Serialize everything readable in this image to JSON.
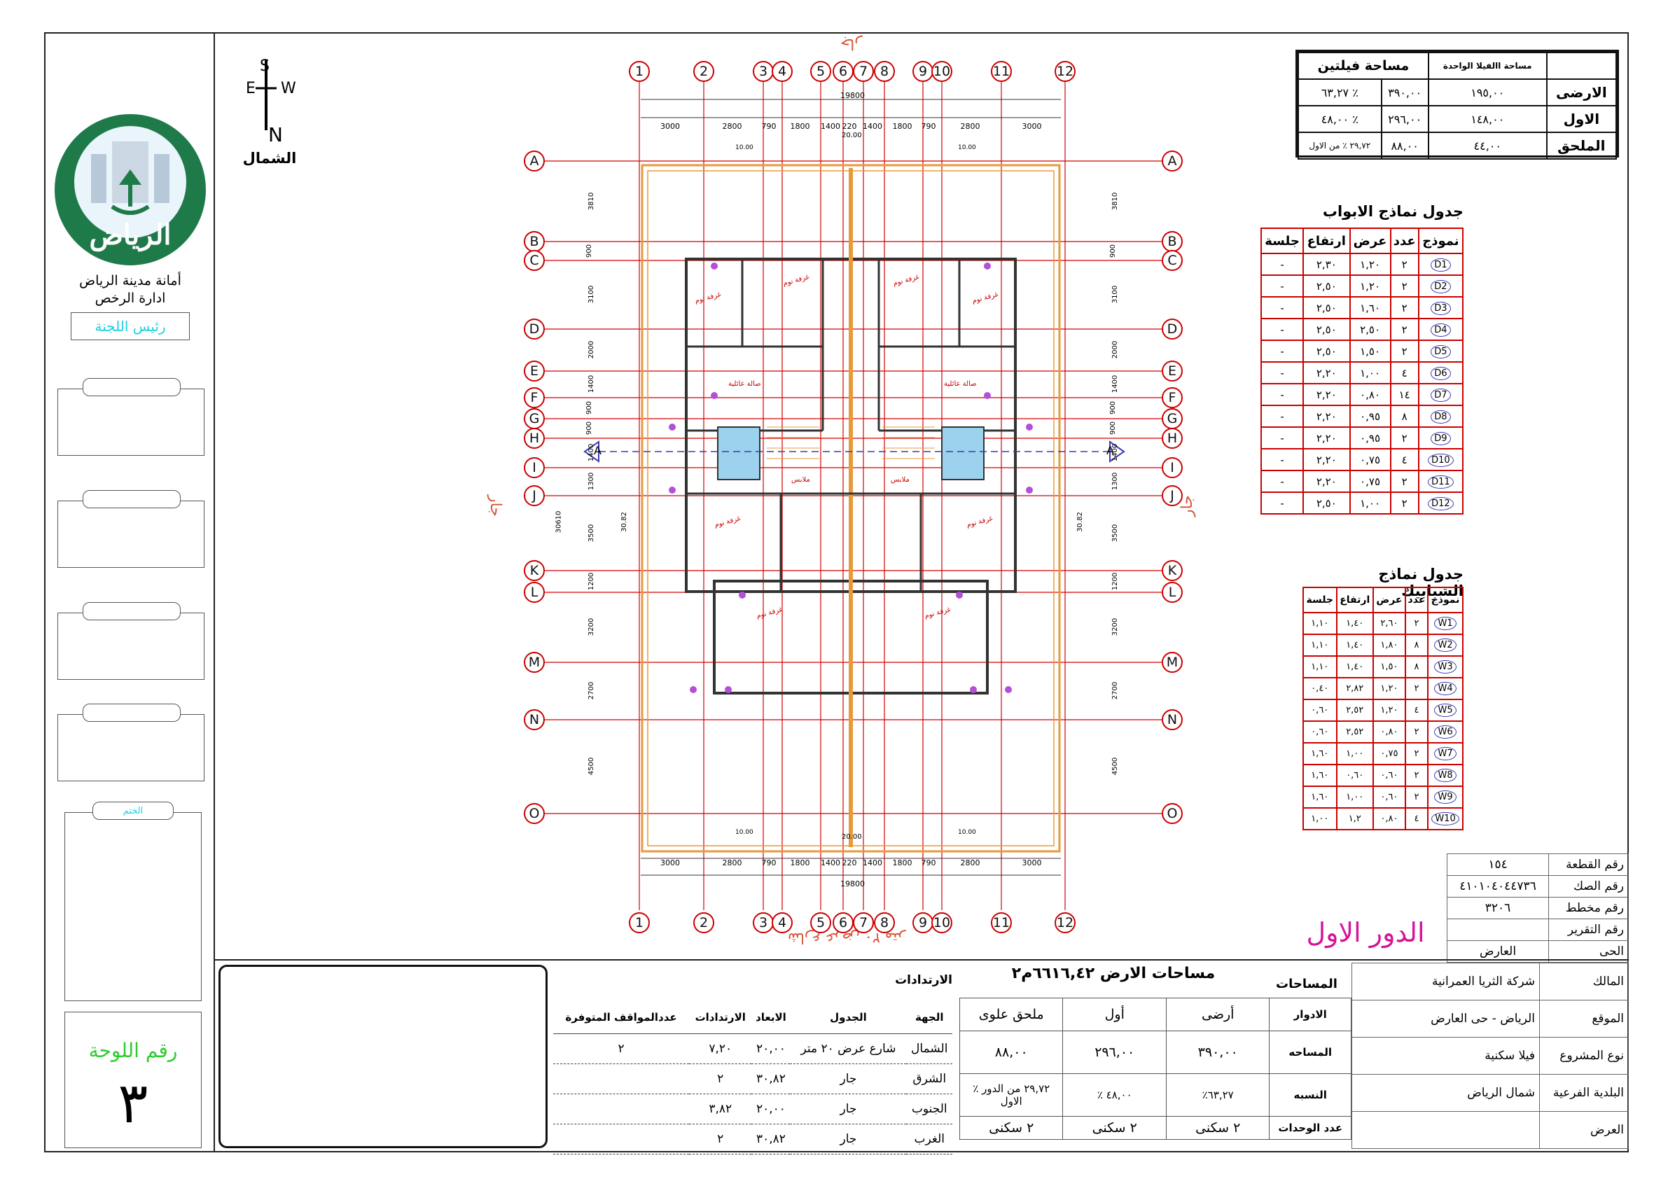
{
  "left_panel": {
    "logo_text": "الرياض",
    "org_line1": "أمانة مدينة الرياض",
    "org_line2": "ادارة الرخص",
    "committee_label": "رئيس اللجنة",
    "stamp_label": "الختم",
    "sheet_no_label": "رقم اللوحة",
    "sheet_no": "٣"
  },
  "compass": {
    "n": "N",
    "s": "S",
    "e": "E",
    "w": "W",
    "label": "الشمال"
  },
  "plan": {
    "col_labels": [
      "1",
      "2",
      "3",
      "4",
      "5",
      "6",
      "7",
      "8",
      "9",
      "10",
      "11",
      "12"
    ],
    "row_labels": [
      "A",
      "B",
      "C",
      "D",
      "E",
      "F",
      "G",
      "H",
      "I",
      "J",
      "K",
      "L",
      "M",
      "N",
      "O"
    ],
    "neighbor_top": "جار",
    "neighbor_left": "جار",
    "neighbor_right": "جار",
    "street_bottom": "شارع عرض ٢٠ متر",
    "top_total": "19800",
    "top_dims": [
      "3000",
      "2800",
      "790",
      "1800",
      "1400",
      "220",
      "1400",
      "1800",
      "790",
      "2800",
      "3000"
    ],
    "outer_width": "20.00",
    "half_width": "10.00",
    "row_dims": [
      "3810",
      "900",
      "3100",
      "2000",
      "1400",
      "900",
      "900",
      "1400",
      "1300",
      "3500",
      "1200",
      "3200",
      "2700",
      "4500"
    ],
    "left_total": "30610",
    "side_total": "30.82",
    "rooms": {
      "bedroom": "غرفة نوم",
      "living": "صالة عائلية",
      "dressing": "ملابس"
    },
    "floor_title": "الدور الاول",
    "section_marker": "A"
  },
  "area_box": {
    "title": "مساحة فيلتين",
    "unit_title": "مساحة االفيلا الواحدة",
    "rows": [
      {
        "floor": "الارضى",
        "unit": "١٩٥,٠٠",
        "total": "٣٩٠,٠٠",
        "pct": "٦٣,٢٧ ٪"
      },
      {
        "floor": "الاول",
        "unit": "١٤٨,٠٠",
        "total": "٢٩٦,٠٠",
        "pct": "٤٨,٠٠ ٪"
      },
      {
        "floor": "الملحق",
        "unit": "٤٤,٠٠",
        "total": "٨٨,٠٠",
        "pct": "٢٩,٧٢ ٪ من الاول"
      }
    ]
  },
  "doors": {
    "title": "جدول نماذج الابواب",
    "headers": [
      "نموذج",
      "عدد",
      "عرض",
      "ارتفاع",
      "جلسة"
    ],
    "rows": [
      [
        "D1",
        "٢",
        "١,٢٠",
        "٢,٣٠",
        "-"
      ],
      [
        "D2",
        "٢",
        "١,٢٠",
        "٢,٥٠",
        "-"
      ],
      [
        "D3",
        "٢",
        "١,٦٠",
        "٢,٥٠",
        "-"
      ],
      [
        "D4",
        "٢",
        "٢,٥٠",
        "٢,٥٠",
        "-"
      ],
      [
        "D5",
        "٢",
        "١,٥٠",
        "٢,٥٠",
        "-"
      ],
      [
        "D6",
        "٤",
        "١,٠٠",
        "٢,٢٠",
        "-"
      ],
      [
        "D7",
        "١٤",
        "٠,٨٠",
        "٢,٢٠",
        "-"
      ],
      [
        "D8",
        "٨",
        "٠,٩٥",
        "٢,٢٠",
        "-"
      ],
      [
        "D9",
        "٢",
        "٠,٩٥",
        "٢,٢٠",
        "-"
      ],
      [
        "D10",
        "٤",
        "٠,٧٥",
        "٢,٢٠",
        "-"
      ],
      [
        "D11",
        "٢",
        "٠,٧٥",
        "٢,٢٠",
        "-"
      ],
      [
        "D12",
        "٢",
        "١,٠٠",
        "٢,٥٠",
        "-"
      ]
    ]
  },
  "windows": {
    "title": "جدول نماذج الشبابيك",
    "headers": [
      "نموذج",
      "عدد",
      "عرض",
      "ارتفاع",
      "جلسة"
    ],
    "rows": [
      [
        "W1",
        "٢",
        "٢,٦٠",
        "١,٤٠",
        "١,١٠"
      ],
      [
        "W2",
        "٨",
        "١,٨٠",
        "١,٤٠",
        "١,١٠"
      ],
      [
        "W3",
        "٨",
        "١,٥٠",
        "١,٤٠",
        "١,١٠"
      ],
      [
        "W4",
        "٢",
        "١,٢٠",
        "٢,٨٢",
        "٠,٤٠"
      ],
      [
        "W5",
        "٤",
        "١,٢٠",
        "٢,٥٢",
        "٠,٦٠"
      ],
      [
        "W6",
        "٢",
        "٠,٨٠",
        "٢,٥٢",
        "٠,٦٠"
      ],
      [
        "W7",
        "٢",
        "٠,٧٥",
        "١,٠٠",
        "١,٦٠"
      ],
      [
        "W8",
        "٢",
        "٠,٦٠",
        "٠,٦٠",
        "١,٦٠"
      ],
      [
        "W9",
        "٢",
        "٠,٦٠",
        "١,٠٠",
        "١,٦٠"
      ],
      [
        "W10",
        "٤",
        "٠,٨٠",
        "١,٢",
        "١,٠٠"
      ]
    ]
  },
  "plot_info": [
    {
      "label": "رقم القطعة",
      "value": "١٥٤"
    },
    {
      "label": "رقم الصك",
      "value": "٤١٠١٠٤٠٤٤٧٣٦"
    },
    {
      "label": "رقم مخطط",
      "value": "٣٢٠٦"
    },
    {
      "label": "رقم التقرير",
      "value": ""
    },
    {
      "label": "الحى",
      "value": "العارض"
    }
  ],
  "project": [
    {
      "label": "المالك",
      "value": "شركة الثريا العمرانية"
    },
    {
      "label": "الموقع",
      "value": "الرياض  - حى العارض"
    },
    {
      "label": "نوع المشروع",
      "value": "فيلا سكنية"
    },
    {
      "label": "البلدية الفرعية",
      "value": "شمال الرياض"
    },
    {
      "label": "العرض",
      "value": ""
    }
  ],
  "areas": {
    "section_label": "المساحات",
    "land_area": "مساحات الارض ٦٦١٦,٤٢م٢",
    "row_labels": [
      "الادوار",
      "المساحه",
      "النسبه",
      "عدد الوحدات"
    ],
    "cols": [
      {
        "head": "أرضى",
        "area": "٣٩٠,٠٠",
        "pct": "٪٦٣,٢٧",
        "units": "٢ سكنى"
      },
      {
        "head": "أول",
        "area": "٢٩٦,٠٠",
        "pct": "٪ ٤٨,٠٠",
        "units": "٢ سكنى"
      },
      {
        "head": "ملحق علوى",
        "area": "٨٨,٠٠",
        "pct": "٪ ٢٩,٧٢ من الدور الاول",
        "units": "٢ سكنى"
      }
    ]
  },
  "setbacks": {
    "title": "الارتدادات",
    "headers": [
      "الجهة",
      "الجدول",
      "الابعاد",
      "الارتدادات",
      "عددالمواقف المتوفرة"
    ],
    "rows": [
      [
        "الشمال",
        "شارع عرض ٢٠ متر",
        "٢٠,٠٠",
        "٧,٢٠"
      ],
      [
        "الشرق",
        "جار",
        "٣٠,٨٢",
        "٢"
      ],
      [
        "الجنوب",
        "جار",
        "٢٠,٠٠",
        "٣,٨٢"
      ],
      [
        "الغرب",
        "جار",
        "٣٠,٨٢",
        "٢"
      ]
    ],
    "parking": "٢"
  },
  "colors": {
    "grid_red": "#d40000",
    "bubble_blue": "#3b3bb8",
    "title_magenta": "#d4149a",
    "logo_green": "#1f7a4a"
  }
}
